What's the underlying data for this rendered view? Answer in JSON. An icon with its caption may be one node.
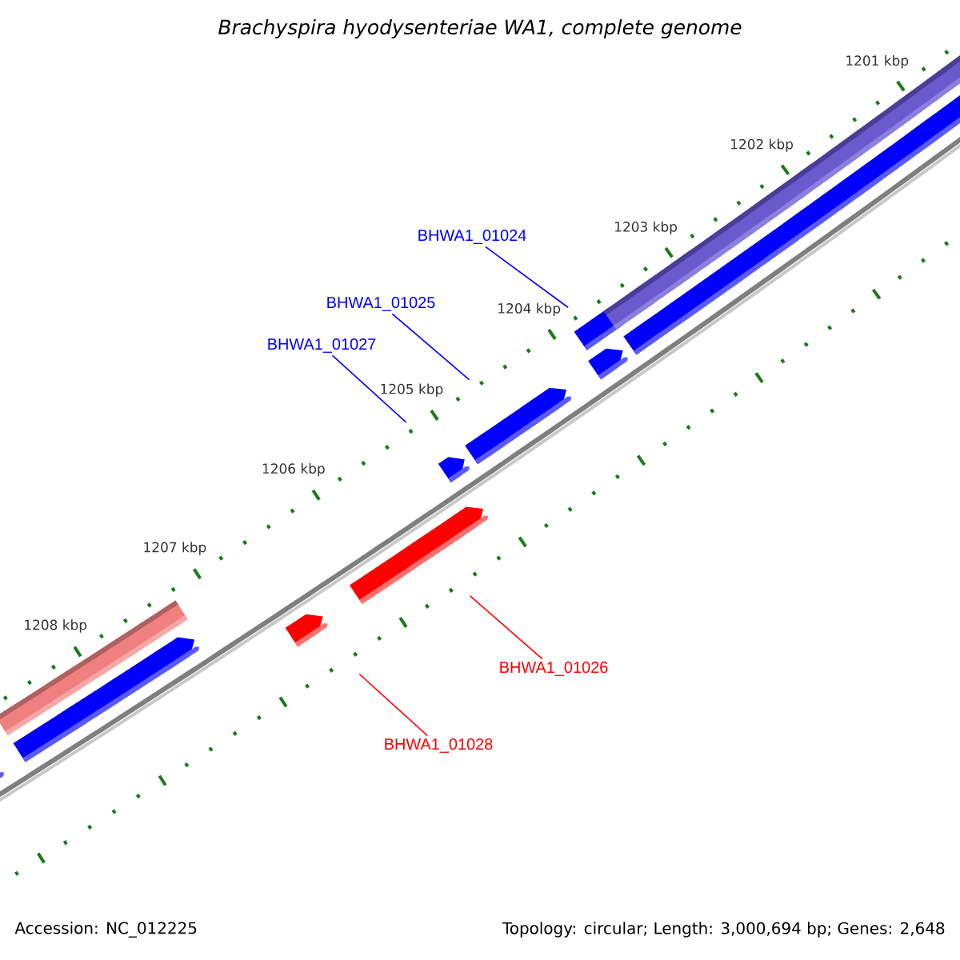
{
  "diagram": {
    "title": "Brachyspira hyodysenteriae WA1, complete genome",
    "nodes": [
      {
        "text": [
          "BHWA1_01024"
        ]
      },
      {
        "text": [
          "BHWA1_01025"
        ]
      },
      {
        "text": [
          "BHWA1_01027"
        ]
      },
      {
        "text": [
          "BHWA1_01026"
        ]
      },
      {
        "text": [
          "BHWA1_01028"
        ]
      },
      {
        "text": [],
        "shape": "pentagon"
      },
      {
        "text": [],
        "shape": "bar"
      },
      {
        "text": [],
        "shape": "pentagon"
      },
      {
        "text": [],
        "shape": "pentagon"
      },
      {
        "text": [],
        "shape": "pentagon"
      },
      {
        "text": [],
        "shape": "pentagon"
      },
      {
        "text": [],
        "shape": "pentagon"
      },
      {
        "text": [],
        "shape": "bar"
      },
      {
        "text": [],
        "shape": "pentagon"
      },
      {
        "text": [],
        "shape": "bar"
      },
      {
        "text": [],
        "shape": "bar"
      }
    ],
    "edges": [
      {
        "from": 0,
        "to": 12,
        "arrow": "none"
      },
      {
        "from": 1,
        "to": 11,
        "arrow": "none"
      },
      {
        "from": 2,
        "to": 10,
        "arrow": "none"
      },
      {
        "from": 3,
        "to": 9,
        "arrow": "none",
        "color": "#ff0000"
      },
      {
        "from": 4,
        "to": 8,
        "arrow": "none",
        "color": "#ff0000"
      }
    ],
    "labels": [
      "1201 kbp",
      "1202 kbp",
      "1203 kbp",
      "1204 kbp",
      "1205 kbp",
      "1206 kbp",
      "1207 kbp",
      "1208 kbp",
      "Accession: NC_012225",
      "Topology: circular; Length: 3,000,694 bp; Genes: 2,648"
    ]
  }
}
